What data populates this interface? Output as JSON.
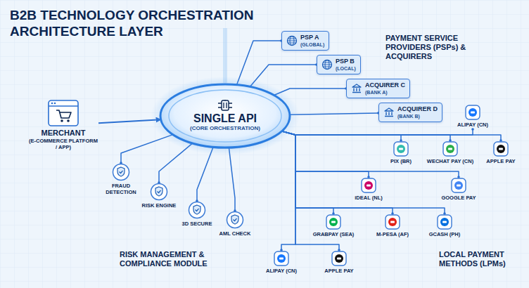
{
  "diagram": {
    "title": "B2B TECHNOLOGY ORCHESTRATION ARCHITECTURE LAYER",
    "nodes": [
      {
        "text": [
          "MERCHANT",
          "(E-COMMERCE PLATFORM / APP)"
        ]
      },
      {
        "text": [
          "SINGLE API",
          "(CORE ORCHESTRATION)"
        ]
      },
      {
        "text": [
          "PSP A",
          "(GLOBAL)"
        ]
      },
      {
        "text": [
          "PSP B",
          "(LOCAL)"
        ]
      },
      {
        "text": [
          "ACQUIRER C",
          "(BANK A)"
        ]
      },
      {
        "text": [
          "ACQUIRER D",
          "(BANK B)"
        ]
      },
      {
        "text": [
          "FRAUD DETECTION"
        ]
      },
      {
        "text": [
          "RISK ENGINE"
        ]
      },
      {
        "text": [
          "3D SECURE"
        ]
      },
      {
        "text": [
          "AML CHECK"
        ]
      },
      {
        "text": [
          "ALIPAY (CN)"
        ]
      },
      {
        "text": [
          "WECHAT PAY (CN)"
        ]
      },
      {
        "text": [
          "APPLE PAY"
        ]
      },
      {
        "text": [
          "PIX (BR)"
        ]
      },
      {
        "text": [
          "GOOGLE PAY"
        ]
      },
      {
        "text": [
          "iDEAL (NL)"
        ]
      },
      {
        "text": [
          "GCASH (PH)"
        ]
      },
      {
        "text": [
          "GRABPAY (SEA)"
        ]
      },
      {
        "text": [
          "M-PESA (AF)"
        ]
      },
      {
        "text": [
          "ALIPAY (CN)"
        ]
      },
      {
        "text": [
          "APPLE PAY"
        ]
      }
    ],
    "edges": [
      {
        "from": 0,
        "to": 1,
        "arrow": "to"
      },
      {
        "from": 1,
        "to": 2,
        "arrow": "none"
      },
      {
        "from": 1,
        "to": 3,
        "arrow": "none"
      },
      {
        "from": 1,
        "to": 4,
        "arrow": "none"
      },
      {
        "from": 1,
        "to": 5,
        "arrow": "none"
      },
      {
        "from": 1,
        "to": 6,
        "arrow": "none"
      },
      {
        "from": 1,
        "to": 7,
        "arrow": "none"
      },
      {
        "from": 1,
        "to": 8,
        "arrow": "none"
      },
      {
        "from": 1,
        "to": 9,
        "arrow": "none"
      },
      {
        "from": 1,
        "to": 10,
        "arrow": "none"
      },
      {
        "from": 1,
        "to": 11,
        "arrow": "none"
      },
      {
        "from": 1,
        "to": 12,
        "arrow": "none"
      },
      {
        "from": 1,
        "to": 13,
        "arrow": "none"
      },
      {
        "from": 1,
        "to": 14,
        "arrow": "none"
      },
      {
        "from": 1,
        "to": 15,
        "arrow": "none"
      },
      {
        "from": 1,
        "to": 16,
        "arrow": "none"
      },
      {
        "from": 1,
        "to": 17,
        "arrow": "none"
      },
      {
        "from": 1,
        "to": 18,
        "arrow": "none"
      },
      {
        "from": 1,
        "to": 19,
        "arrow": "none"
      },
      {
        "from": 1,
        "to": 20,
        "arrow": "none"
      }
    ],
    "labels": [
      "PAYMENT SERVICE PROVIDERS (PSPs) & ACQUIRERS",
      "RISK MANAGEMENT & COMPLIANCE MODULE",
      "LOCAL PAYMENT METHODS (LPMs)"
    ]
  }
}
